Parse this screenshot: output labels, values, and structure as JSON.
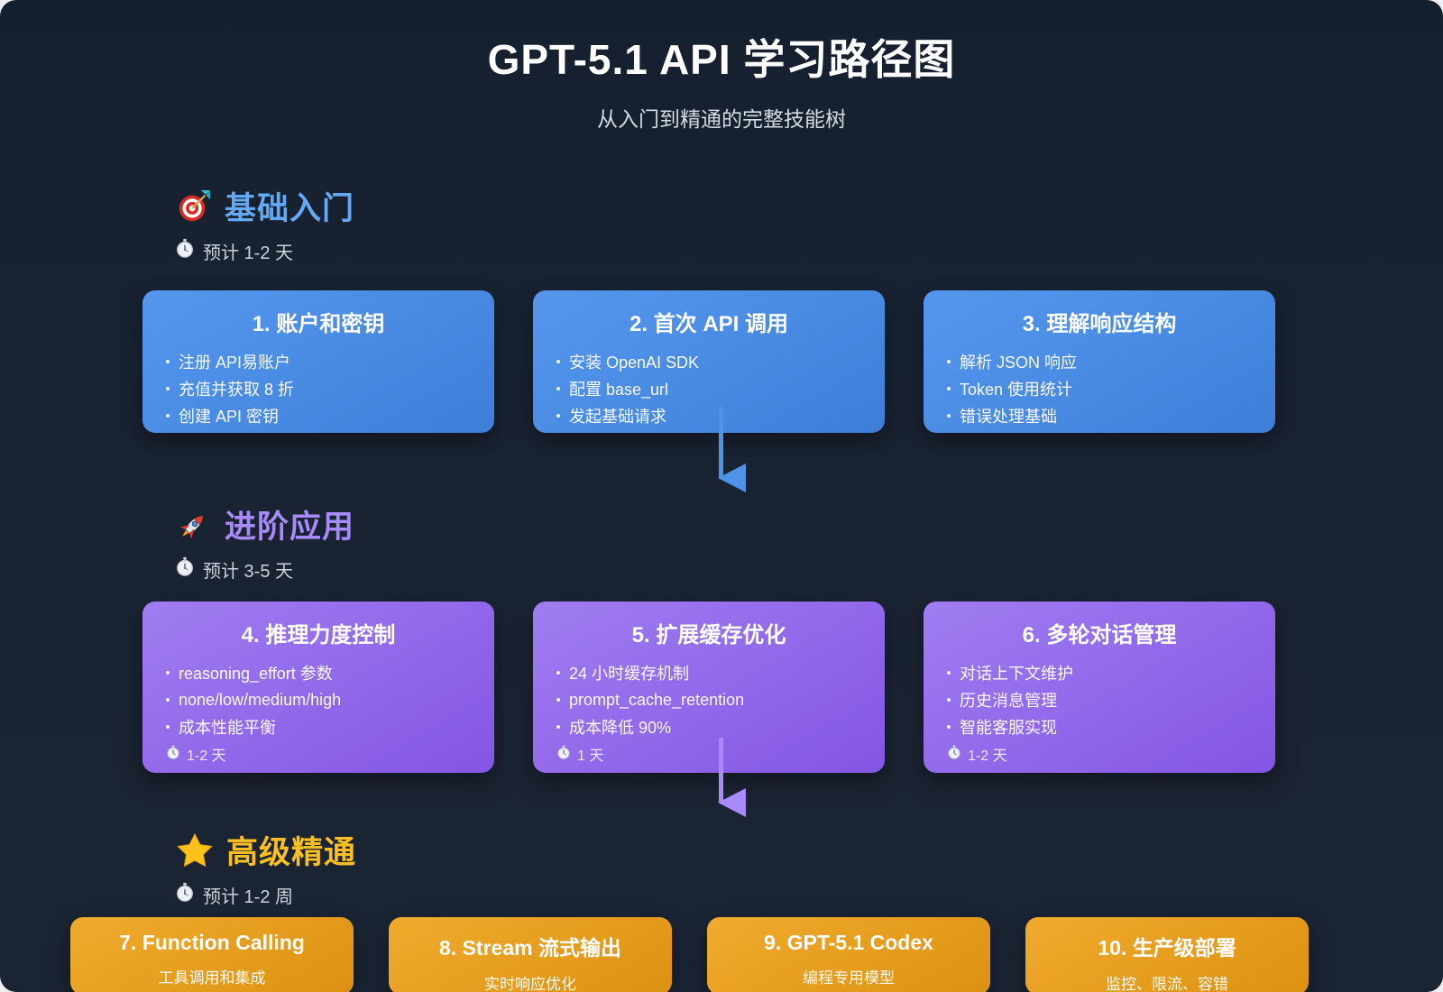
{
  "header": {
    "title": "GPT-5.1 API 学习路径图",
    "subtitle": "从入门到精通的完整技能树"
  },
  "sections": [
    {
      "title": "基础入门",
      "eta": "预计 1-2 天",
      "icon": "target-icon",
      "accent": "#64a9f3",
      "cards": [
        {
          "title": "1. 账户和密钥",
          "bullets": [
            "注册 API易账户",
            "充值并获取 8 折",
            "创建 API 密钥"
          ]
        },
        {
          "title": "2. 首次 API 调用",
          "bullets": [
            "安装 OpenAI SDK",
            "配置 base_url",
            "发起基础请求"
          ]
        },
        {
          "title": "3. 理解响应结构",
          "bullets": [
            "解析 JSON 响应",
            "Token 使用统计",
            "错误处理基础"
          ]
        }
      ]
    },
    {
      "title": "进阶应用",
      "eta": "预计 3-5 天",
      "icon": "rocket-icon",
      "accent": "#a78bfa",
      "cards": [
        {
          "title": "4. 推理力度控制",
          "bullets": [
            "reasoning_effort 参数",
            "none/low/medium/high",
            "成本性能平衡"
          ],
          "duration": "1-2 天"
        },
        {
          "title": "5. 扩展缓存优化",
          "bullets": [
            "24 小时缓存机制",
            "prompt_cache_retention",
            "成本降低 90%"
          ],
          "duration": "1 天"
        },
        {
          "title": "6. 多轮对话管理",
          "bullets": [
            "对话上下文维护",
            "历史消息管理",
            "智能客服实现"
          ],
          "duration": "1-2 天"
        }
      ]
    },
    {
      "title": "高级精通",
      "eta": "预计 1-2 周",
      "icon": "star-icon",
      "accent": "#fbbf24",
      "cards": [
        {
          "title": "7. Function Calling",
          "subtitle": "工具调用和集成"
        },
        {
          "title": "8. Stream 流式输出",
          "subtitle": "实时响应优化"
        },
        {
          "title": "9. GPT-5.1 Codex",
          "subtitle": "编程专用模型"
        },
        {
          "title": "10. 生产级部署",
          "subtitle": "监控、限流、容错"
        }
      ]
    }
  ],
  "colors": {
    "background": "#1a2332",
    "card_blue_start": "#5697ee",
    "card_blue_end": "#3d7ed8",
    "card_purple_start": "#a07df1",
    "card_purple_end": "#8356e3",
    "card_orange_start": "#f0ab2e",
    "card_orange_end": "#dc9111",
    "arrow_blue": "#4e93e6",
    "arrow_purple": "#a78bfa",
    "accent_blue": "#64a9f3",
    "accent_purple": "#a78bfa",
    "accent_gold": "#fbbf24"
  }
}
